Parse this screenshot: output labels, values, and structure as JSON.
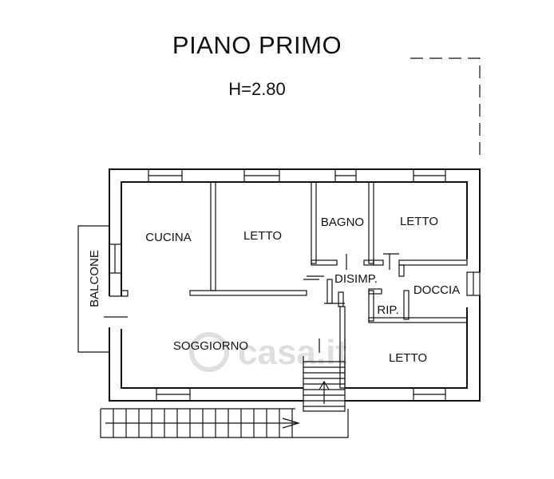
{
  "title": "PIANO PRIMO",
  "height_label": "H=2.80",
  "rooms": {
    "cucina": "CUCINA",
    "letto_1": "LETTO",
    "bagno": "BAGNO",
    "letto_2": "LETTO",
    "disimpegno": "DISIMP.",
    "doccia": "DOCCIA",
    "ripostiglio": "RIP.",
    "soggiorno": "SOGGIORNO",
    "letto_3": "LETTO",
    "balcone": "BALCONE"
  },
  "watermark": "casa.it"
}
